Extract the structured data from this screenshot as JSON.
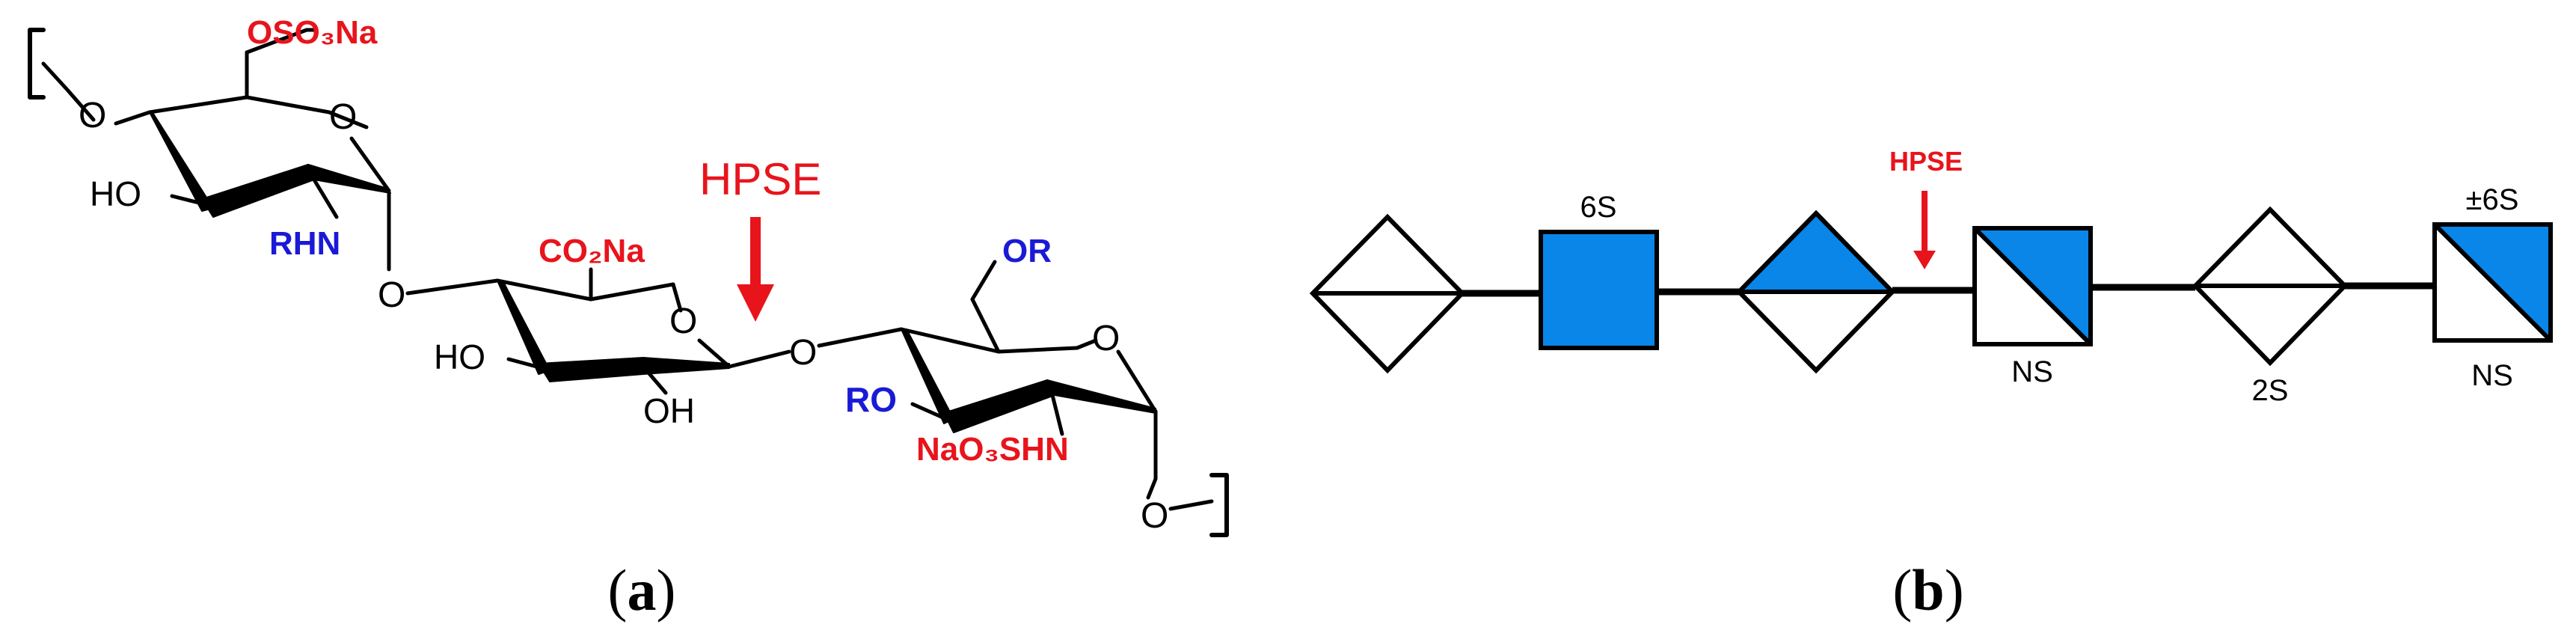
{
  "panel_a": {
    "caption_open": "(",
    "caption_letter": "a",
    "caption_close": ")",
    "hpse_label": "HPSE",
    "hpse_color": "#e8141c",
    "ring1": {
      "osulfate": "OSO₃Na",
      "oxygen": "O",
      "ho": "HO",
      "rhn": "RHN",
      "linker_o_left": "O",
      "linker_o_down": "O"
    },
    "ring2": {
      "carboxyl": "CO₂Na",
      "oxygen": "O",
      "ho": "HO",
      "oh": "OH",
      "linker_o": "O"
    },
    "ring3": {
      "or": "OR",
      "oxygen": "O",
      "ro": "RO",
      "nsulfate": "NaO₃SHN",
      "linker_o": "O"
    },
    "bracket_left": "[",
    "bracket_right": "]"
  },
  "panel_b": {
    "caption_open": "(",
    "caption_letter": "b",
    "caption_close": ")",
    "hpse_label": "HPSE",
    "fill_color": "#0a86e8",
    "residues": [
      {
        "shape": "diamond-half",
        "label_top": "",
        "label_bottom": ""
      },
      {
        "shape": "square-filled",
        "label_top": "6S",
        "label_bottom": ""
      },
      {
        "shape": "diamond-top-filled",
        "label_top": "",
        "label_bottom": ""
      },
      {
        "shape": "square-diagonal-upper-filled",
        "label_top": "",
        "label_bottom": "NS"
      },
      {
        "shape": "diamond-half",
        "label_top": "",
        "label_bottom": "2S"
      },
      {
        "shape": "square-diagonal-upper-filled",
        "label_top": "±6S",
        "label_bottom": "NS"
      }
    ]
  }
}
